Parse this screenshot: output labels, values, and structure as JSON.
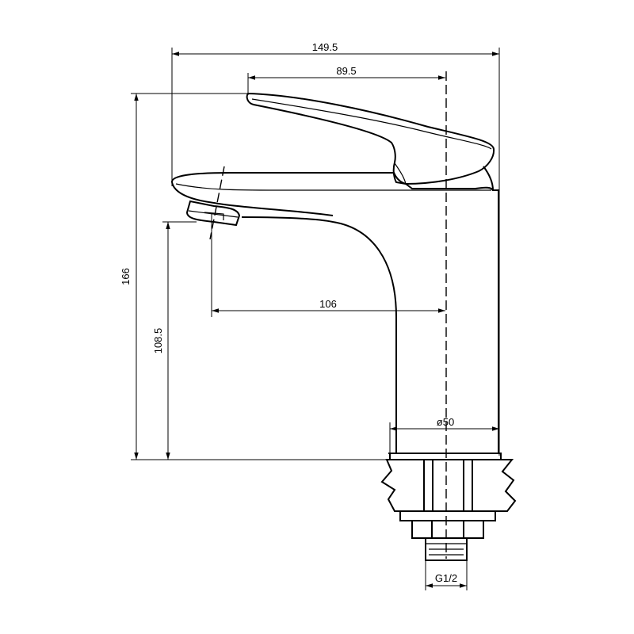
{
  "dimensions": {
    "overall_width": "149.5",
    "handle_length": "89.5",
    "total_height": "166",
    "spout_height": "108.5",
    "spout_reach": "106",
    "base_diameter": "ø50",
    "thread": "G1/2"
  }
}
